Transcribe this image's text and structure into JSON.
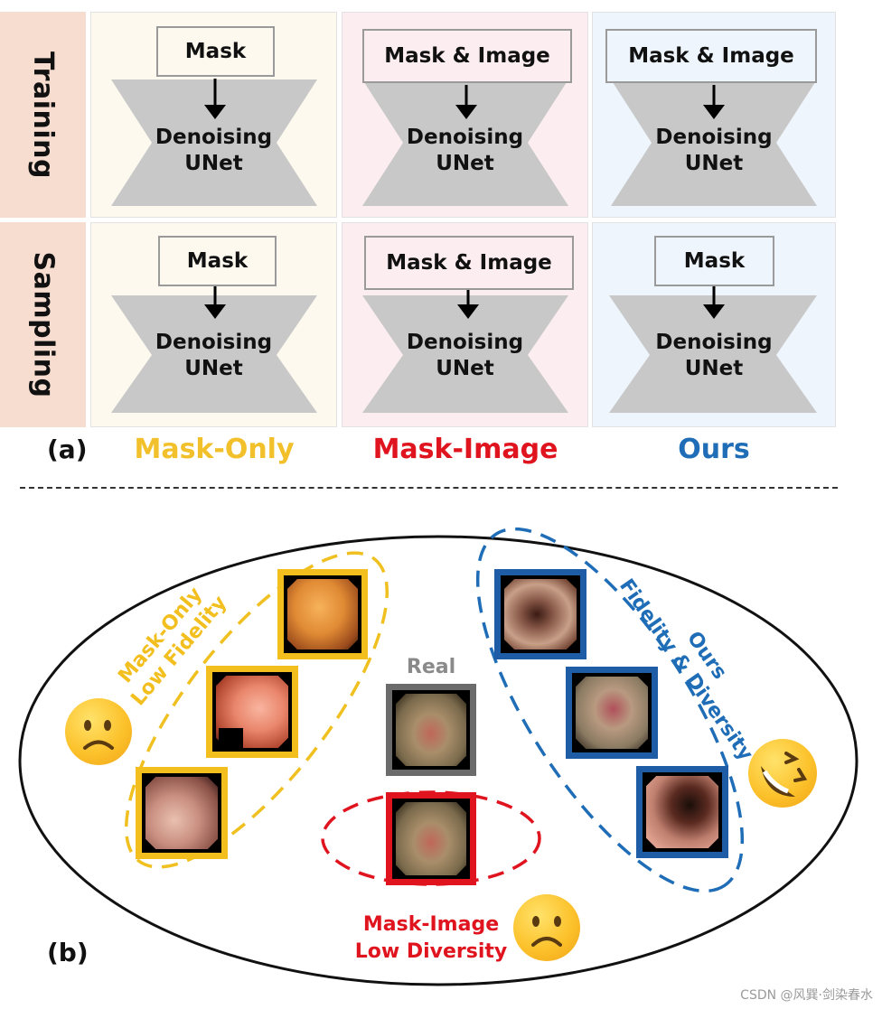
{
  "row_labels": {
    "training": "Training",
    "sampling": "Sampling"
  },
  "unet_label_line1": "Denoising",
  "unet_label_line2": "UNet",
  "cells": {
    "mask_only_training": "Mask",
    "mask_image_training": "Mask & Image",
    "ours_training": "Mask & Image",
    "mask_only_sampling": "Mask",
    "mask_image_sampling": "Mask & Image",
    "ours_sampling": "Mask"
  },
  "columns": {
    "mask_only": {
      "label": "Mask-Only",
      "color": "#f2c02a"
    },
    "mask_image": {
      "label": "Mask-Image",
      "color": "#e0141e"
    },
    "ours": {
      "label": "Ours",
      "color": "#1f6db7"
    }
  },
  "part_labels": {
    "a": "(a)",
    "b": "(b)"
  },
  "plot": {
    "mask_only_line1": "Mask-Only",
    "mask_only_line2": "Low Fidelity",
    "real": "Real",
    "mask_image_line1": "Mask-Image",
    "mask_image_line2": "Low Diversity",
    "ours_line1": "Ours",
    "ours_line2": "Fidelity & Diversity"
  },
  "colors": {
    "mask_only_bg": "#fdf9ee",
    "mask_image_bg": "#fcedf1",
    "ours_bg": "#eef5fc",
    "row_label_bg": "#f7ddd0",
    "real_border": "#6b6b6b"
  },
  "watermark": "CSDN @风巽·剑染春水"
}
